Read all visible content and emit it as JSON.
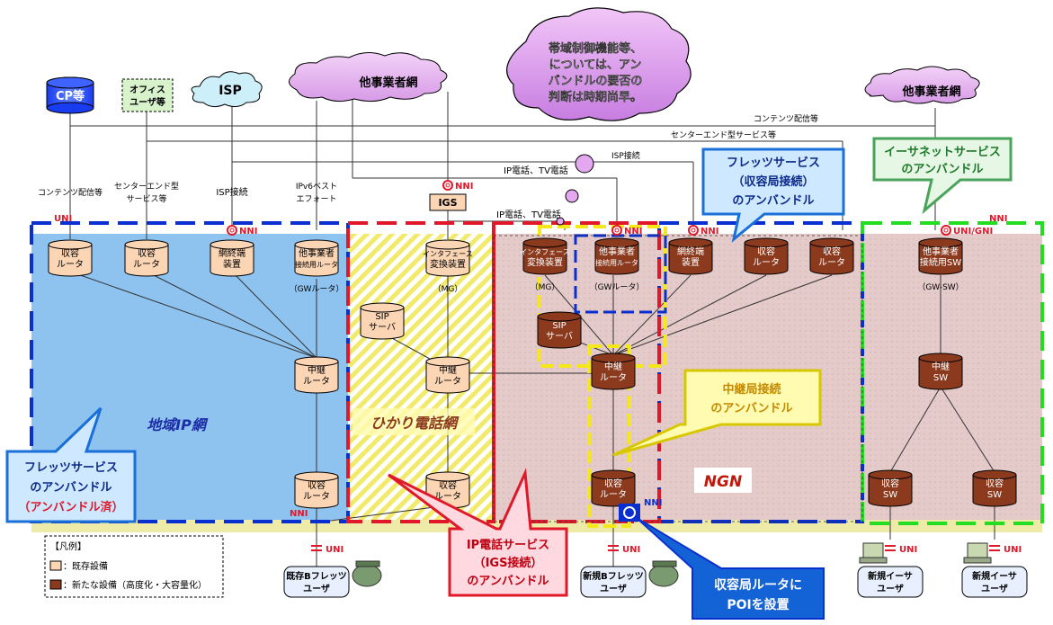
{
  "top": {
    "cp": "CP等",
    "office": [
      "オフィス",
      "ユーザ等"
    ],
    "isp": "ISP",
    "other_net_left": "他事業者網",
    "other_net_right": "他事業者網"
  },
  "bubble": [
    "帯域制御機能等、",
    "については、アン",
    "バンドルの要否の",
    "判断は時期尚早。"
  ],
  "line_labels": {
    "content": "コンテンツ配信等",
    "center_end": "センターエンド型サービス等",
    "isp_conn": "ISP接続",
    "ip_tv_top": "IP電話、TV電話",
    "ip_tv_mid": "IP電話、TV電話"
  },
  "service_labels": {
    "content": "コンテンツ配信等",
    "center_end": [
      "センターエンド型",
      "サービス等"
    ],
    "isp": "ISP接続",
    "ipv6": [
      "IPv6ベスト",
      "エフォート"
    ]
  },
  "interfaces": {
    "uni": "UNI",
    "nni": "NNI",
    "uni_gni": "UNI/GNI",
    "igs": "IGS"
  },
  "devices": {
    "accept_router": [
      "収容",
      "ルータ"
    ],
    "network_terminal": [
      "網終端",
      "装置"
    ],
    "gw_router": [
      "他事業者",
      "接続用ルータ"
    ],
    "gw_router_note": "（GWルータ）",
    "interface_conv": [
      "インタフェース",
      "変換装置"
    ],
    "mg_note": "（MG）",
    "sip": [
      "SIP",
      "サーバ"
    ],
    "relay_router": [
      "中継",
      "ルータ"
    ],
    "gw_sw": [
      "他事業者",
      "接続用SW"
    ],
    "gw_sw_note": "（GW-SW）",
    "relay_sw": [
      "中継",
      "SW"
    ],
    "accept_sw": [
      "収容",
      "SW"
    ]
  },
  "regions": {
    "regional_ip": "地域IP網",
    "hikari": "ひかり電話網",
    "ngn": "NGN"
  },
  "callouts": {
    "flets_accept": [
      "フレッツサービス",
      "（収容局接続）",
      "のアンバンドル"
    ],
    "ethernet": [
      "イーサネットサービス",
      "のアンバンドル"
    ],
    "relay_station": [
      "中継局接続",
      "のアンバンドル"
    ],
    "flets_done": [
      "フレッツサービス",
      "のアンバンドル",
      "（アンバンドル済）"
    ],
    "ip_phone": [
      "IP電話サービス",
      "（IGS接続）",
      "のアンバンドル"
    ],
    "poi": [
      "収容局ルータに",
      "POIを設置"
    ]
  },
  "users": {
    "existing_b": [
      "既存Bフレッツ",
      "ユーザ"
    ],
    "new_b": [
      "新規Bフレッツ",
      "ユーザ"
    ],
    "new_ether": [
      "新規イーサ",
      "ユーザ"
    ]
  },
  "legend": {
    "title": "【凡例】",
    "existing": "：既存設備",
    "new": "：新たな設備（高度化・大容量化）"
  },
  "colors": {
    "existing_device": "#fcd5b4",
    "new_device": "#8b3a1e",
    "regional_bg": "#8ec3f0",
    "ngn_bg": "#e5caca",
    "hikari_stripe": "#f2ea6a",
    "bubble": "#e3a8f0",
    "blue_dash": "#0a2fd0",
    "red_dash": "#e0182a",
    "green_dash": "#22dd22",
    "yellow_dash": "#f4e81a"
  }
}
